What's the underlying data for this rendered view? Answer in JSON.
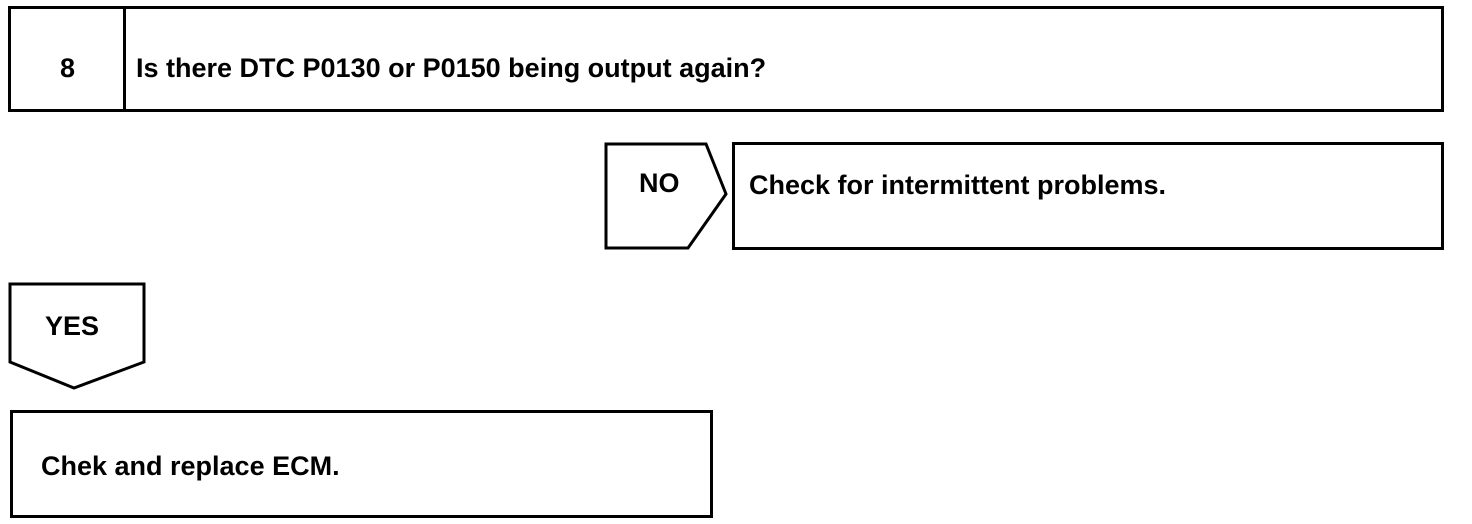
{
  "step": {
    "number": "8",
    "question": "Is there DTC P0130 or P0150 being output again?"
  },
  "branches": {
    "no": {
      "label": "NO",
      "result": "Check for intermittent problems."
    },
    "yes": {
      "label": "YES",
      "result": "Chek and replace ECM."
    }
  }
}
